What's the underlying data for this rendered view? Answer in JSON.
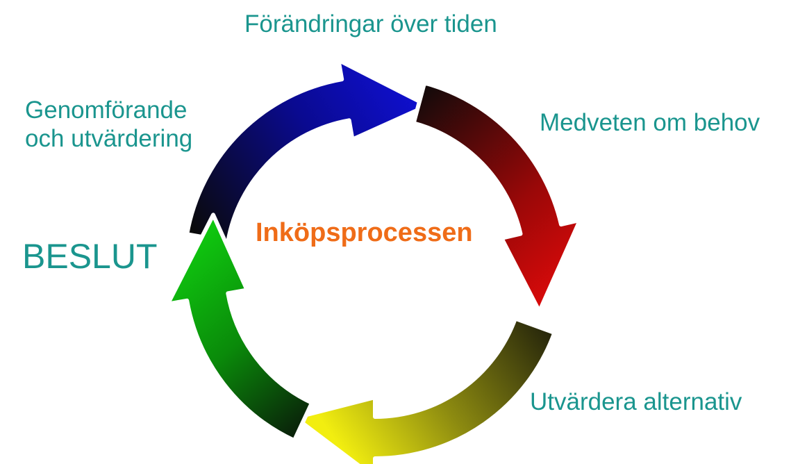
{
  "diagram": {
    "center_label": "Inköpsprocessen",
    "stages": {
      "top": "Förändringar över tiden",
      "right": "Medveten om behov",
      "bottom": "Utvärdera alternativ",
      "left_line1": "Genomförande",
      "left_line2": "och utvärdering",
      "decision": "BESLUT"
    }
  },
  "colors": {
    "label_text": "#1a958e",
    "center_text": "#ef6c18",
    "arrow_blue": "#1010d8",
    "arrow_red": "#e00a0a",
    "arrow_yellow": "#f2ee10",
    "arrow_green": "#10d410",
    "arrow_dark": "#0a0a0a"
  }
}
